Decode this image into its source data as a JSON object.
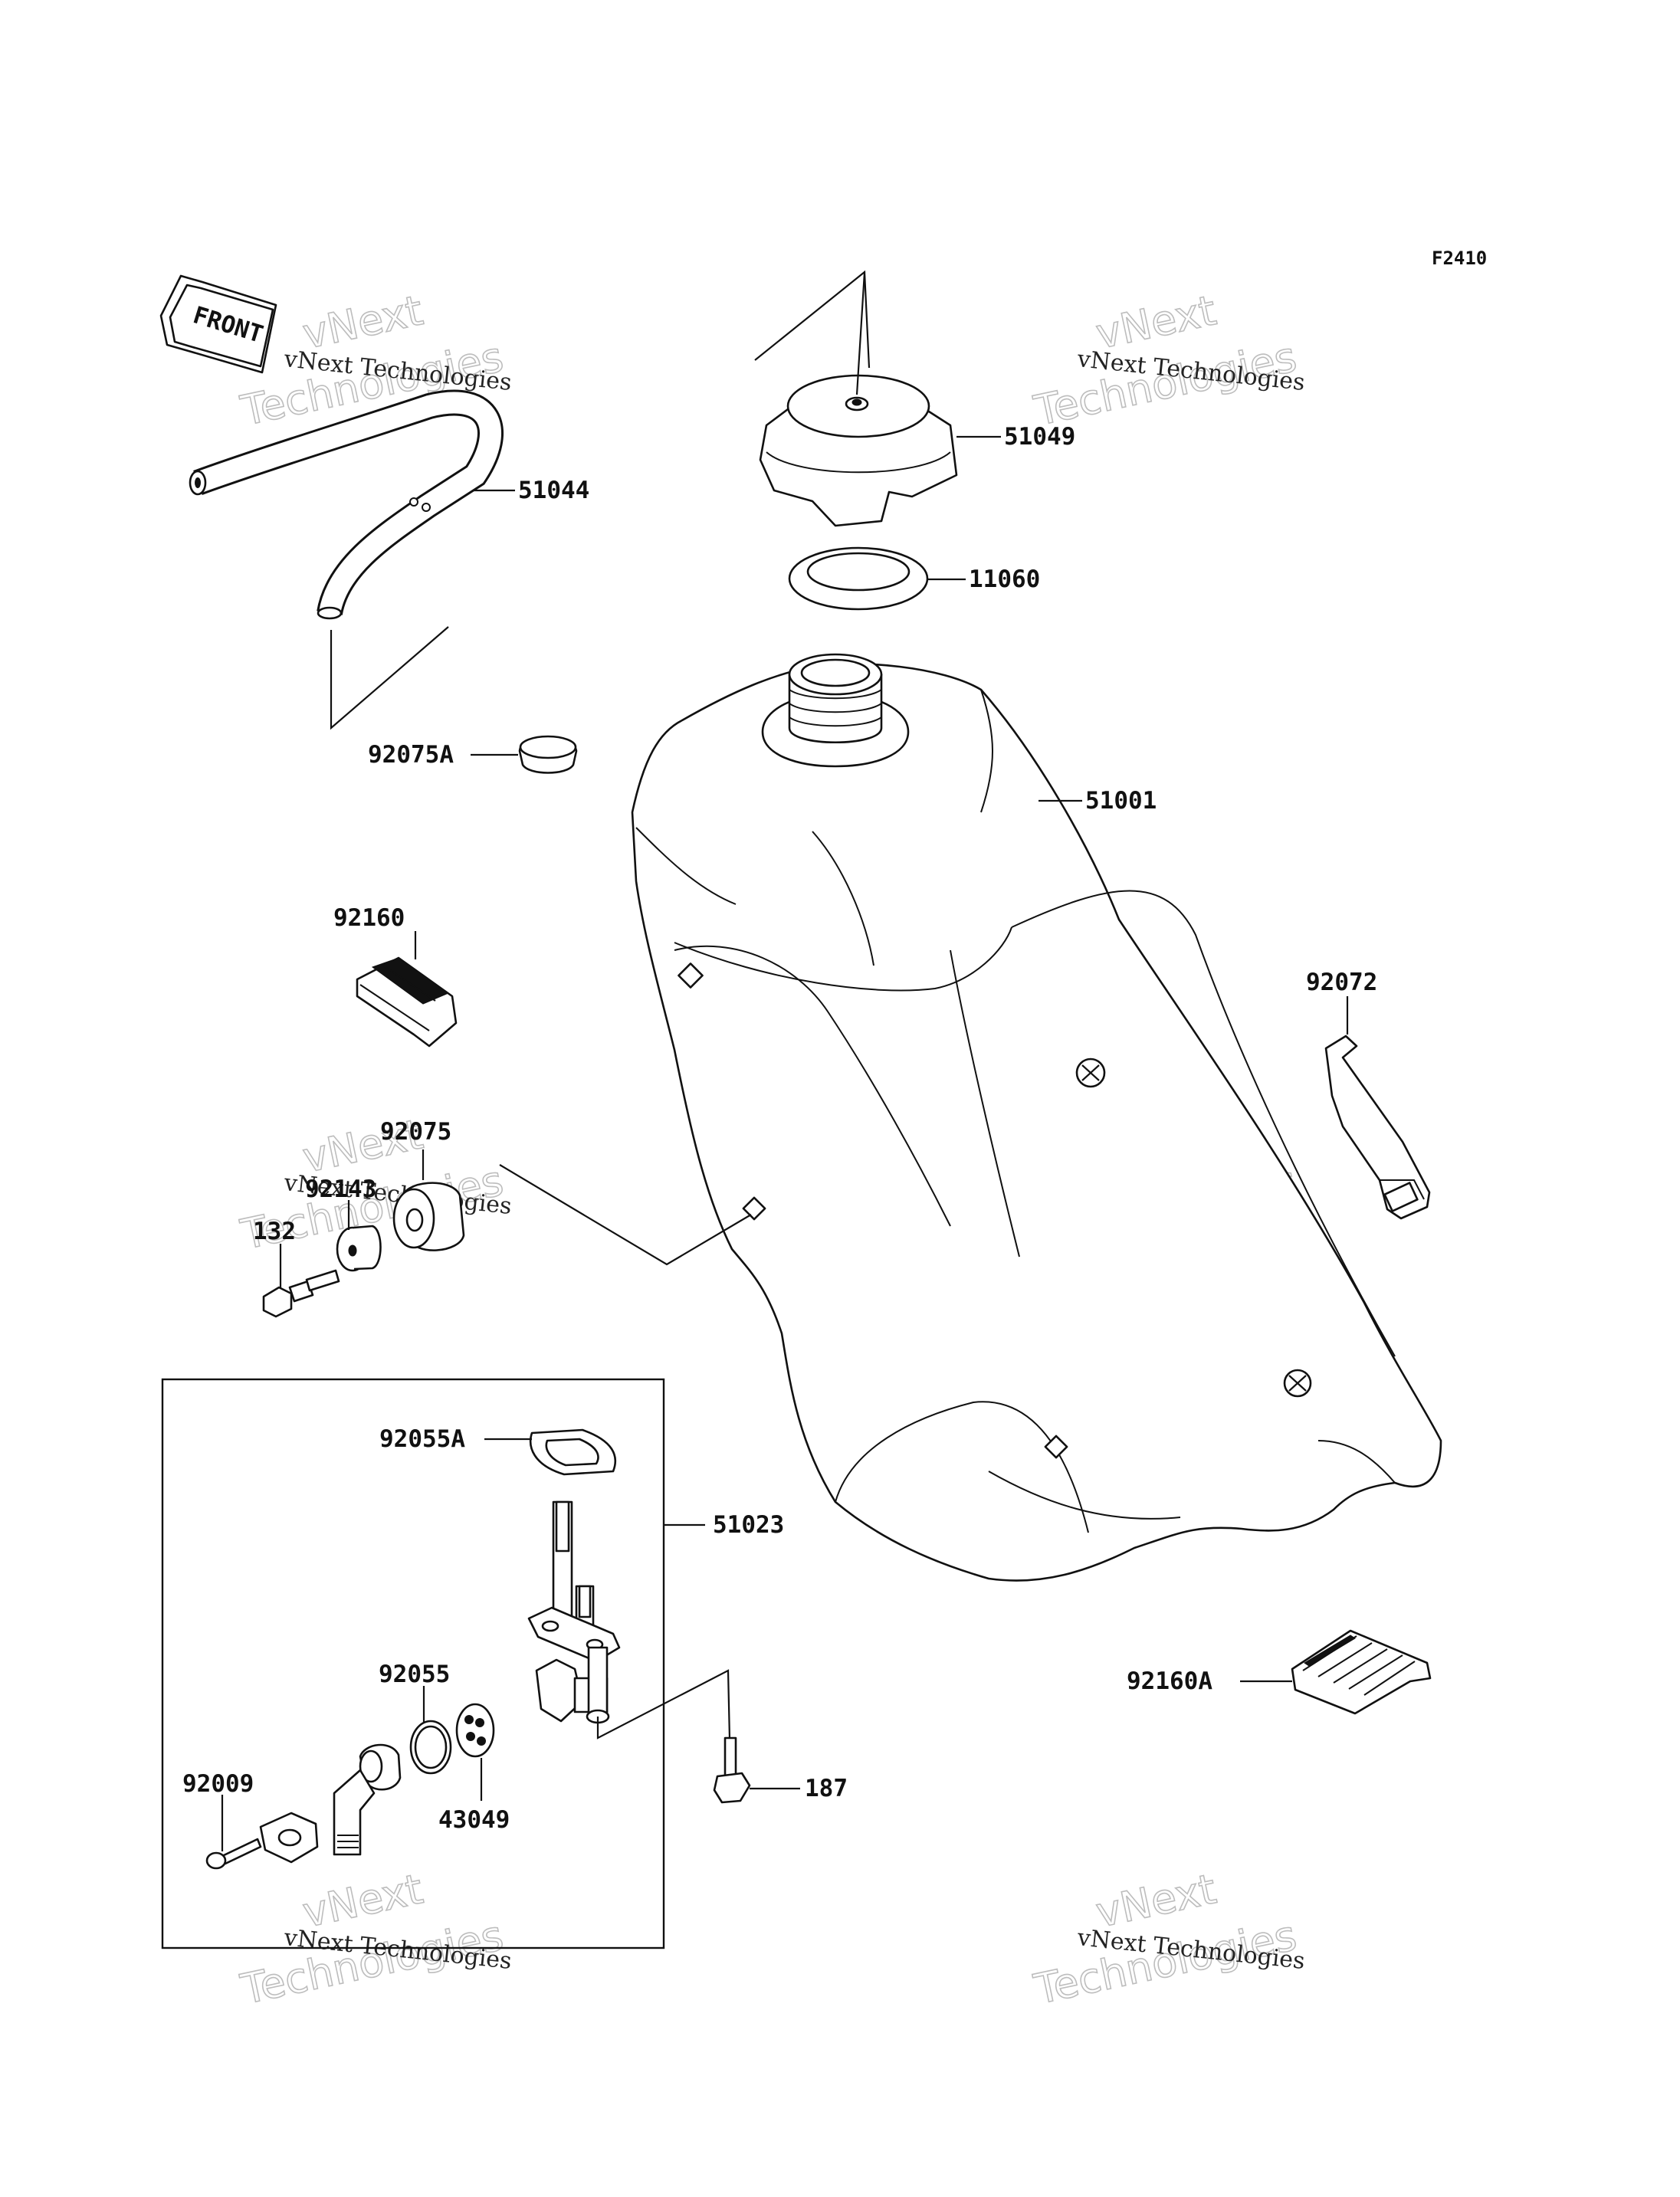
{
  "diagram_code": "F2410",
  "front_marker": "FRONT",
  "part_labels": {
    "hose": "51044",
    "cap": "51049",
    "gasket": "11060",
    "tank": "51001",
    "cap_plug": "92075A",
    "pad_upper": "92160",
    "strap": "92072",
    "damper": "92075",
    "collar": "92143",
    "bolt_132": "132",
    "gasket_small": "92055A",
    "fuel_cock": "51023",
    "o_ring": "92055",
    "bolt_187": "187",
    "pad_lower": "92160A",
    "screw": "92009",
    "filter": "43049"
  },
  "watermark": {
    "small": "vNext Technologies",
    "large_line1": "vNext",
    "large_line2": "Technologies"
  }
}
